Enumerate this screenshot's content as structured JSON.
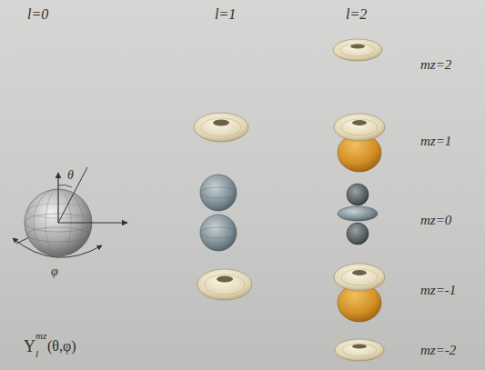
{
  "diagram": {
    "labels": [
      "l=0",
      "l=1",
      "l=2",
      "mz=2",
      "mz=1",
      "mz=0",
      "mz=-1",
      "mz=-2",
      "θ",
      "φ",
      "Y",
      "l",
      "mz",
      "(θ,φ)"
    ]
  }
}
